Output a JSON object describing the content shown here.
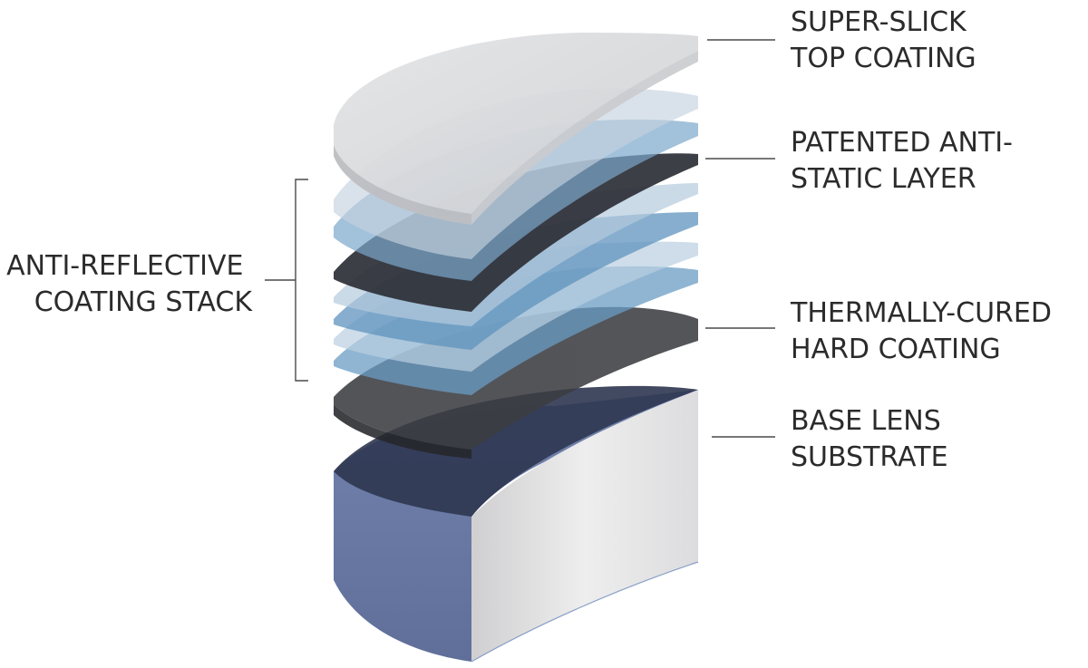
{
  "labels": {
    "top_coating": [
      "SUPER-SLICK",
      "TOP COATING"
    ],
    "anti_static": [
      "PATENTED ANTI-",
      "STATIC LAYER"
    ],
    "hard_coating": [
      "THERMALLY-CURED",
      "HARD COATING"
    ],
    "base_lens": [
      "BASE LENS",
      "SUBSTRATE"
    ],
    "ar_stack": [
      "ANTI-REFLECTIVE",
      "COATING STACK"
    ]
  },
  "colors": {
    "top_coating": "#d9dadc",
    "ar_light": "#b7cbdc",
    "ar_blue": "#6e9fc6",
    "ar_dark": "#2f3138",
    "hard_coating": "#3a3b40",
    "base_front": "#6677a3",
    "base_side": "#e6e6e6",
    "line": "#4a4a4a",
    "text": "#2b2b2b"
  }
}
